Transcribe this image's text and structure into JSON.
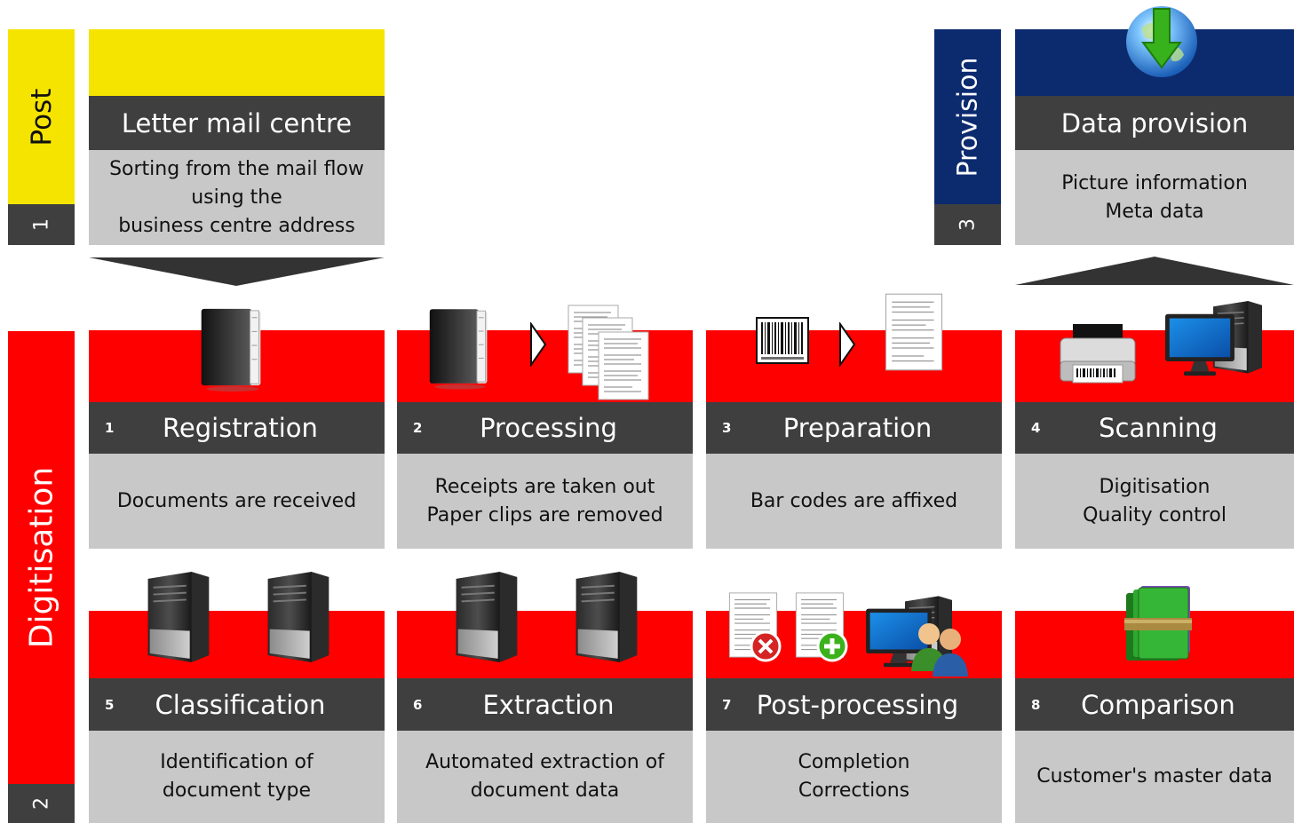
{
  "colors": {
    "post": "#f5e400",
    "digitisation": "#ff0000",
    "provision": "#0c2a6e",
    "header": "#3f3f3f",
    "description": "#c8c8c8"
  },
  "post": {
    "side_label": "Post",
    "side_number": "1",
    "title": "Letter mail centre",
    "description": [
      "Sorting from the mail flow",
      "using the",
      "business centre address"
    ]
  },
  "provision": {
    "side_label": "Provision",
    "side_number": "3",
    "title": "Data provision",
    "description": [
      "Picture information",
      "Meta data"
    ]
  },
  "digitisation": {
    "side_label": "Digitisation",
    "side_number": "2",
    "steps": [
      {
        "number": "1",
        "title": "Registration",
        "description": [
          "Documents are received"
        ],
        "icons": [
          "folder-icon"
        ]
      },
      {
        "number": "2",
        "title": "Processing",
        "description": [
          "Receipts are taken out",
          "Paper clips are removed"
        ],
        "icons": [
          "folder-icon",
          "arrow-icon",
          "documents-icon"
        ]
      },
      {
        "number": "3",
        "title": "Preparation",
        "description": [
          "Bar codes are affixed"
        ],
        "icons": [
          "barcode-icon",
          "arrow-icon",
          "document-icon"
        ]
      },
      {
        "number": "4",
        "title": "Scanning",
        "description": [
          "Digitisation",
          "Quality control"
        ],
        "icons": [
          "scanner-icon",
          "computer-icon"
        ]
      },
      {
        "number": "5",
        "title": "Classification",
        "description": [
          "Identification of",
          "document type"
        ],
        "icons": [
          "server-icon",
          "server-icon"
        ]
      },
      {
        "number": "6",
        "title": "Extraction",
        "description": [
          "Automated extraction of",
          "document data"
        ],
        "icons": [
          "server-icon",
          "server-icon"
        ]
      },
      {
        "number": "7",
        "title": "Post-processing",
        "description": [
          "Completion",
          "Corrections"
        ],
        "icons": [
          "document-reject-icon",
          "document-add-icon",
          "computer-users-icon"
        ]
      },
      {
        "number": "8",
        "title": "Comparison",
        "description": [
          "Customer's master data"
        ],
        "icons": [
          "books-icon"
        ]
      }
    ]
  }
}
